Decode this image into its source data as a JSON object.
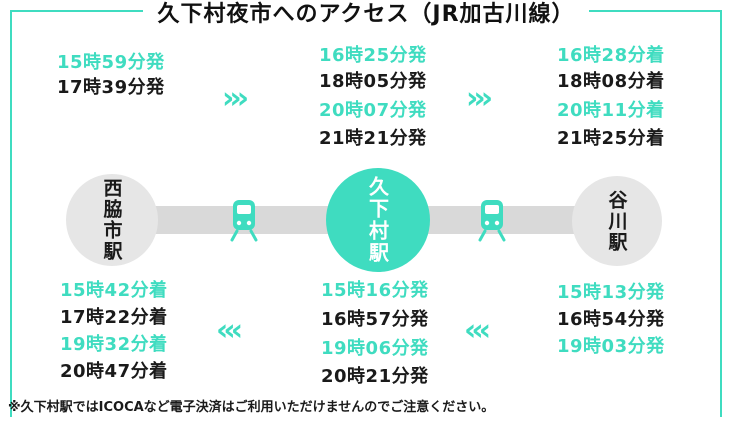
{
  "title": "久下村夜市へのアクセス（JR加古川線）",
  "stations": {
    "west": "西脇市駅",
    "center": "久下村駅",
    "east": "谷川駅"
  },
  "outbound": {
    "west_departures": [
      "15時59分発",
      "17時39分発"
    ],
    "center_times": [
      "16時25分発",
      "18時05分発",
      "20時07分発",
      "21時21分発"
    ],
    "east_arrivals": [
      "16時28分着",
      "18時08分着",
      "20時11分着",
      "21時25分着"
    ]
  },
  "inbound": {
    "west_arrivals": [
      "15時42分着",
      "17時22分着",
      "19時32分着",
      "20時47分着"
    ],
    "center_times": [
      "15時16分発",
      "16時57分発",
      "19時06分発",
      "20時21分発"
    ],
    "east_departures": [
      "15時13分発",
      "16時54分発",
      "19時03分発"
    ]
  },
  "arrows": {
    "right": "›››",
    "left": "‹‹‹"
  },
  "note": "※久下村駅ではICOCAなど電子決済はご利用いただけませんのでご注意ください。",
  "colors": {
    "accent": "#3fdcc0",
    "station_gray": "#e6e6e6",
    "track": "#d9d9d9",
    "text": "#1a1a1a"
  }
}
